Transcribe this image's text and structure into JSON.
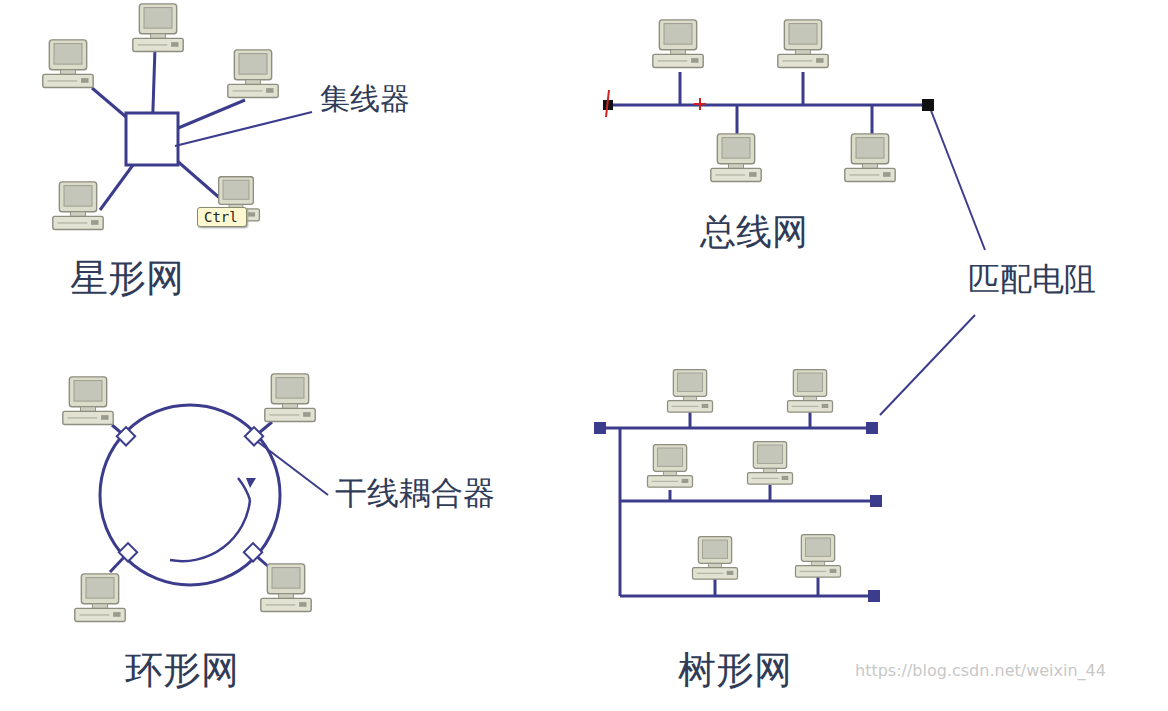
{
  "diagram": {
    "nodes": [
      {
        "text": [
          "Ctrl"
        ]
      }
    ],
    "labels": [
      "集线器",
      "星形网",
      "总线网",
      "匹配电阻",
      "干线耦合器",
      "环形网",
      "树形网",
      "https://blog.csdn.net/weixin_44"
    ]
  }
}
